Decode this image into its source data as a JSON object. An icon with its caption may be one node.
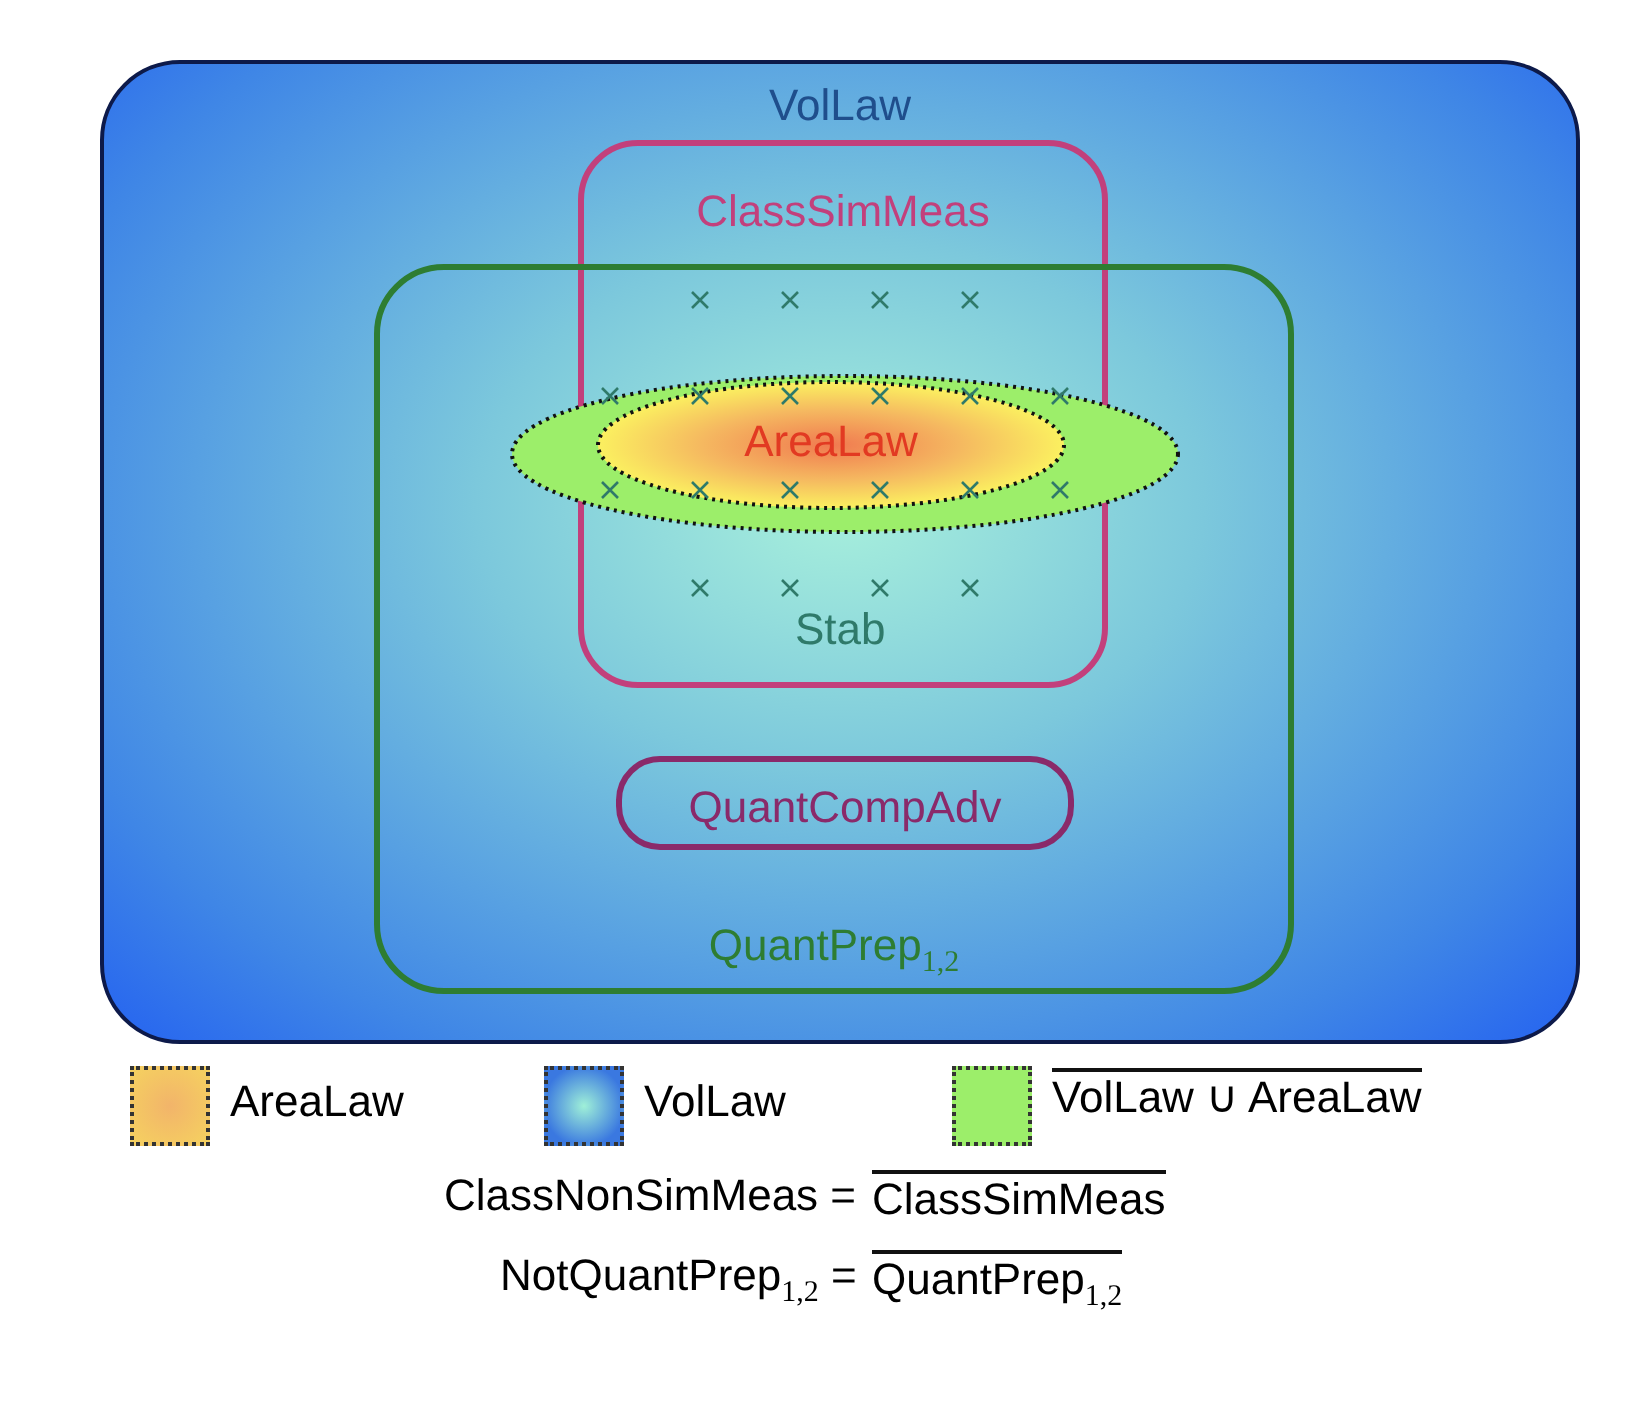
{
  "diagram": {
    "nodes": [
      {
        "text": [
          "VolLaw"
        ]
      },
      {
        "text": [
          "ClassSimMeas"
        ],
        "in": 0
      },
      {
        "text": [
          "QuantPrep$_{1,2}$"
        ],
        "in": 0
      },
      {
        "text": [],
        "shape": "ellipse",
        "in": 2
      },
      {
        "text": [
          "AreaLaw"
        ]
      },
      {
        "text": [
          "QuantCompAdv"
        ],
        "in": 2
      }
    ],
    "labels": [
      "Stab",
      "ClassNonSimMeas =",
      "ClassSimMeas",
      "NotQuantPrep$_{1,2}$ =",
      "QuantPrep$_{1,2}$"
    ],
    "legend": [
      {
        "text": "AreaLaw",
        "color": "#f2b46a"
      },
      {
        "text": "VolLaw",
        "color": "#3a78e0"
      },
      {
        "text": "VolLaw ∪ AreaLaw",
        "color": "#9cee6a"
      }
    ]
  }
}
